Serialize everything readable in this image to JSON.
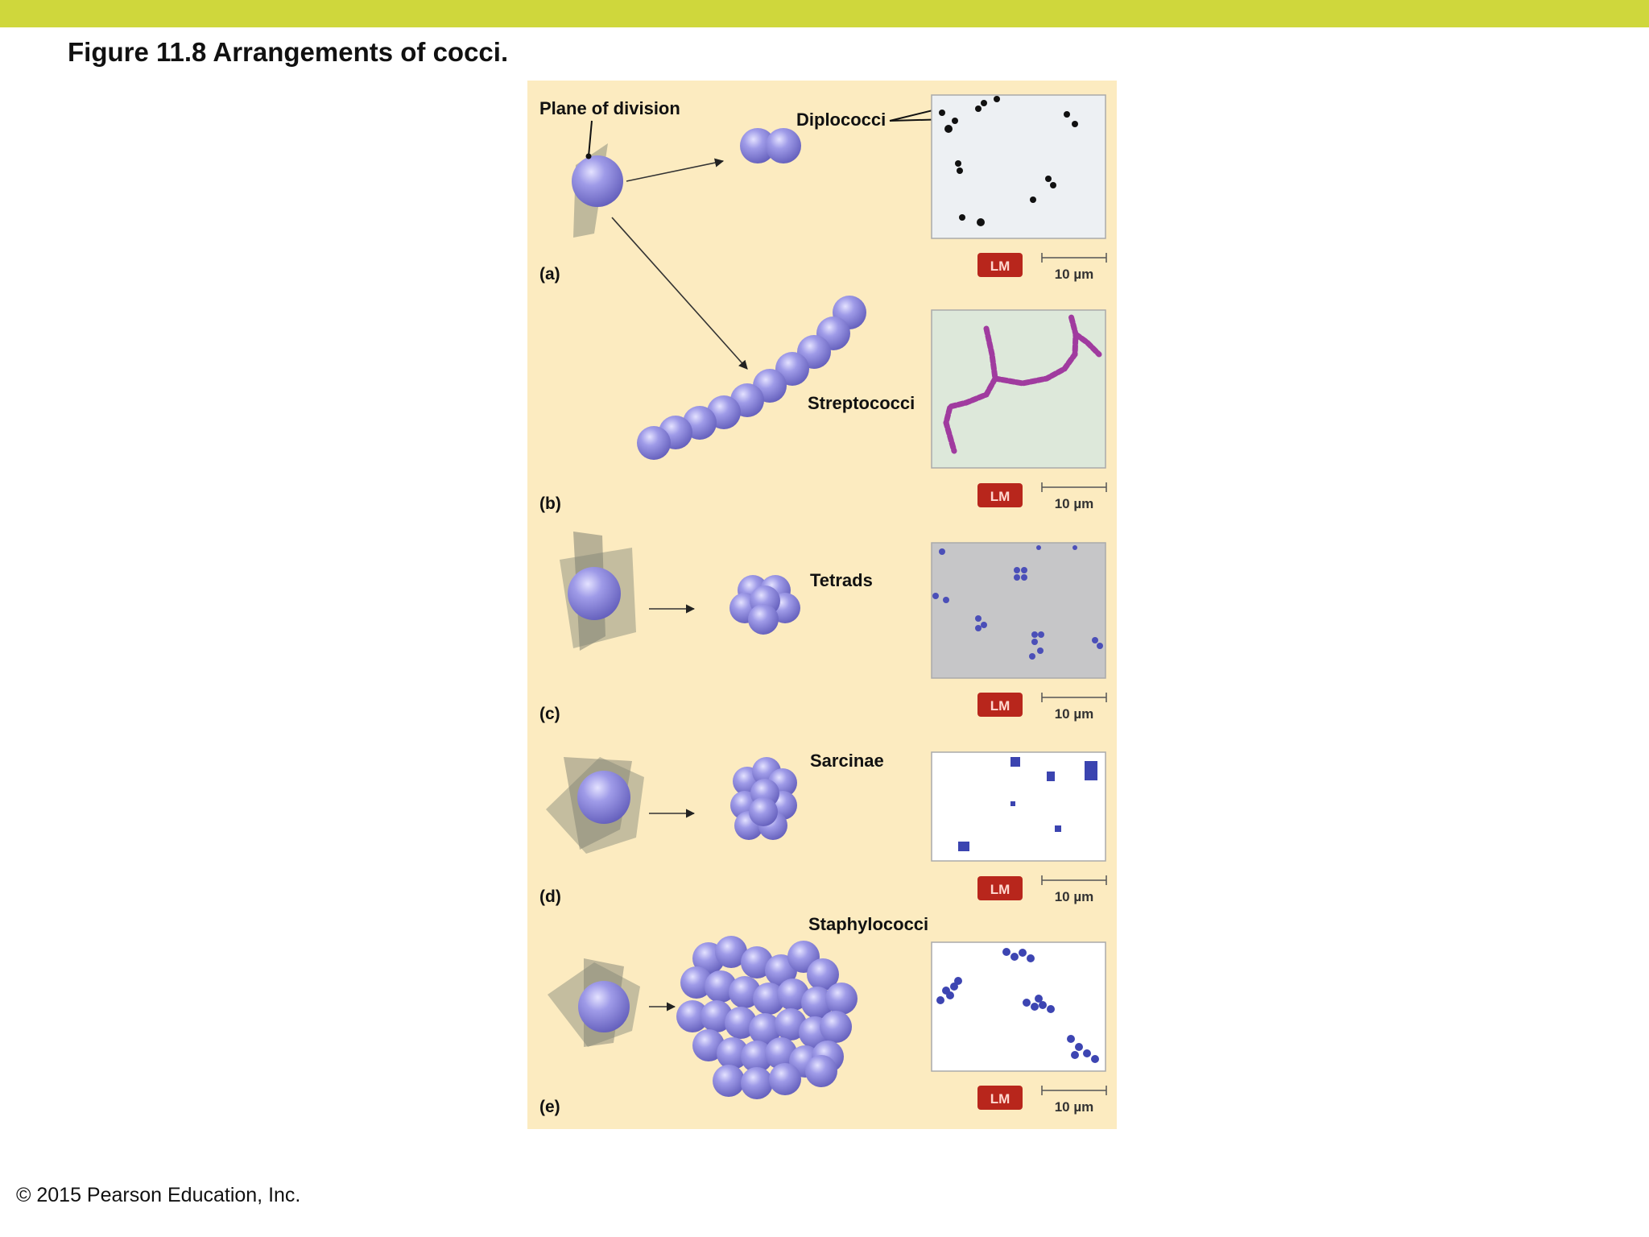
{
  "header": {
    "title": "Figure 11.8  Arrangements of cocci."
  },
  "footer": {
    "copyright": "© 2015 Pearson Education, Inc."
  },
  "colors": {
    "top_bar": "#cfd73c",
    "panel": "#fcebc0",
    "coccus": "#8a86dc",
    "lm_badge": "#b8261c"
  },
  "figure": {
    "plane_label": "Plane of division",
    "panels": [
      {
        "letter": "(a)",
        "name": "Diplococci",
        "badge": "LM",
        "scale": "10 µm"
      },
      {
        "letter": "(b)",
        "name": "Streptococci",
        "badge": "LM",
        "scale": "10 µm"
      },
      {
        "letter": "(c)",
        "name": "Tetrads",
        "badge": "LM",
        "scale": "10 µm"
      },
      {
        "letter": "(d)",
        "name": "Sarcinae",
        "badge": "LM",
        "scale": "10 µm"
      },
      {
        "letter": "(e)",
        "name": "Staphylococci",
        "badge": "LM",
        "scale": "10 µm"
      }
    ]
  }
}
